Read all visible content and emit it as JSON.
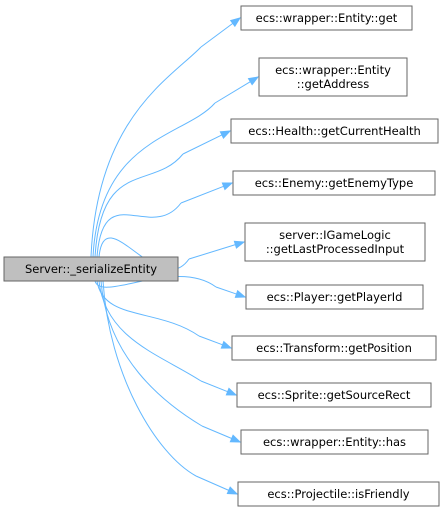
{
  "graph": {
    "colors": {
      "root_fill": "#bfbfbf",
      "node_fill": "#ffffff",
      "node_border": "#666666",
      "edge": "#63b8ff",
      "text": "#000000"
    },
    "root": {
      "id": "serialize-entity",
      "label": "Server::_serializeEntity"
    },
    "callees": [
      {
        "id": "entity-get",
        "lines": [
          "ecs::wrapper::Entity::get"
        ]
      },
      {
        "id": "entity-get-address",
        "lines": [
          "ecs::wrapper::Entity",
          "::getAddress"
        ]
      },
      {
        "id": "health-get-current-health",
        "lines": [
          "ecs::Health::getCurrentHealth"
        ]
      },
      {
        "id": "enemy-get-enemy-type",
        "lines": [
          "ecs::Enemy::getEnemyType"
        ]
      },
      {
        "id": "igamelogic-get-last-processed-input",
        "lines": [
          "server::IGameLogic",
          "::getLastProcessedInput"
        ]
      },
      {
        "id": "player-get-player-id",
        "lines": [
          "ecs::Player::getPlayerId"
        ]
      },
      {
        "id": "transform-get-position",
        "lines": [
          "ecs::Transform::getPosition"
        ]
      },
      {
        "id": "sprite-get-source-rect",
        "lines": [
          "ecs::Sprite::getSourceRect"
        ]
      },
      {
        "id": "entity-has",
        "lines": [
          "ecs::wrapper::Entity::has"
        ]
      },
      {
        "id": "projectile-is-friendly",
        "lines": [
          "ecs::Projectile::isFriendly"
        ]
      }
    ]
  }
}
